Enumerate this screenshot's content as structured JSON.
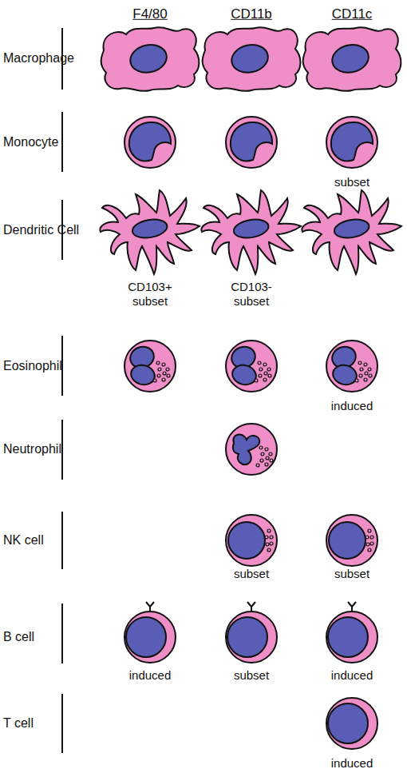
{
  "diagram": {
    "labels": [
      "F4/80",
      "CD11b",
      "CD11c",
      "Macrophage",
      "Monocyte",
      "subset",
      "Dendritic Cell",
      "CD103+ subset",
      "CD103- subset",
      "Eosinophil",
      "induced",
      "Neutrophil",
      "NK cell",
      "subset",
      "subset",
      "B cell",
      "induced",
      "subset",
      "induced",
      "T cell",
      "induced"
    ]
  }
}
